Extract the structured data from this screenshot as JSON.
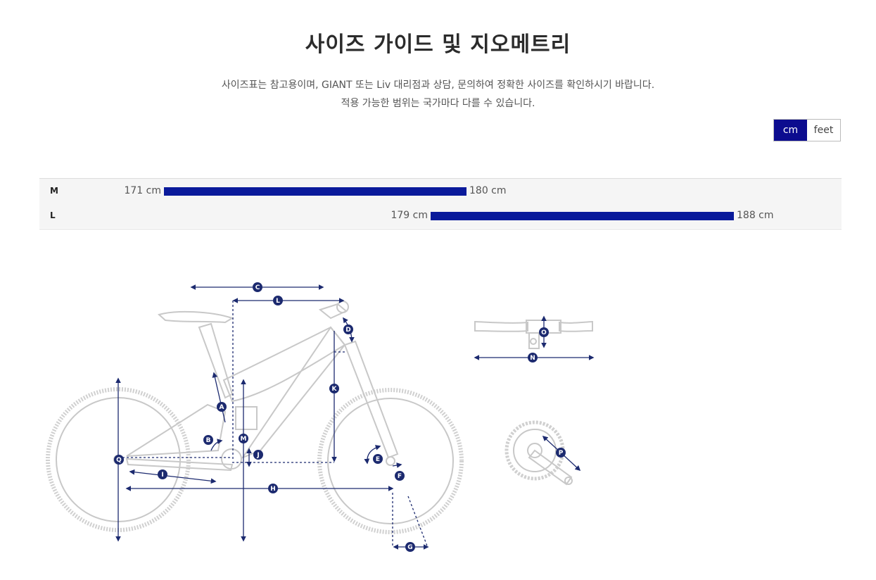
{
  "page": {
    "title": "사이즈 가이드 및 지오메트리",
    "description_line1": "사이즈표는 참고용이며, GIANT 또는 Liv 대리점과 상담, 문의하여 정확한 사이즈를 확인하시기 바랍니다.",
    "description_line2": "적용 가능한 범위는 국가마다 다를 수 있습니다."
  },
  "unit_toggle": {
    "options": [
      "cm",
      "feet"
    ],
    "selected": "cm"
  },
  "size_chart": {
    "rows": [
      {
        "size": "M",
        "min_label": "171 cm",
        "max_label": "180 cm",
        "min": 171,
        "max": 180
      },
      {
        "size": "L",
        "min_label": "179 cm",
        "max_label": "188 cm",
        "min": 179,
        "max": 188
      }
    ]
  },
  "colors": {
    "accent": "#0c0c8f",
    "bar": "#0a1a9b",
    "label_circle": "#1c2a6f",
    "dimension_line": "#1c2a6f",
    "bike_outline": "#c8c8c8"
  },
  "geometry_labels": [
    "A",
    "B",
    "C",
    "D",
    "E",
    "F",
    "G",
    "H",
    "I",
    "J",
    "K",
    "L",
    "M",
    "N",
    "O",
    "P",
    "Q"
  ]
}
